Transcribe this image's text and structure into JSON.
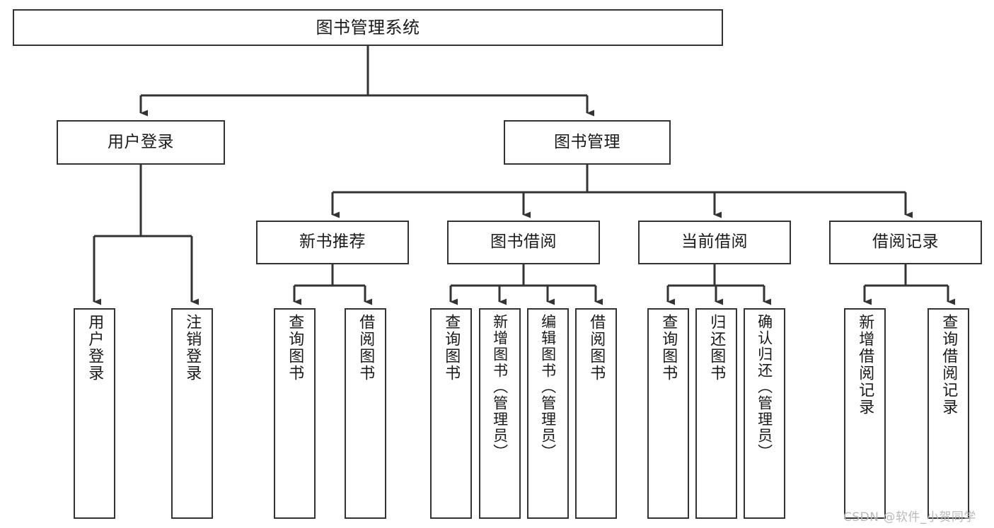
{
  "diagram": {
    "title": "图书管理系统",
    "root": {
      "label": "图书管理系统",
      "id": "book-management-system"
    },
    "level2": [
      {
        "id": "user-login",
        "label": "用户登录"
      },
      {
        "id": "book-management",
        "label": "图书管理"
      }
    ],
    "level3": [
      {
        "id": "new-book-recommend",
        "label": "新书推荐"
      },
      {
        "id": "book-borrow",
        "label": "图书借阅"
      },
      {
        "id": "current-borrow",
        "label": "当前借阅"
      },
      {
        "id": "borrow-record",
        "label": "借阅记录"
      }
    ],
    "leaves": {
      "user_login": [
        {
          "id": "leaf-user-login",
          "label": "用户登录"
        },
        {
          "id": "leaf-logout-login",
          "label": "注销登录"
        }
      ],
      "new_book_recommend": [
        {
          "id": "leaf-query-book-1",
          "label": "查询图书"
        },
        {
          "id": "leaf-borrow-book-1",
          "label": "借阅图书"
        }
      ],
      "book_borrow": [
        {
          "id": "leaf-query-book-2",
          "label": "查询图书"
        },
        {
          "id": "leaf-add-book",
          "label": "新增图书（管理员）"
        },
        {
          "id": "leaf-edit-book",
          "label": "编辑图书（管理员）"
        },
        {
          "id": "leaf-borrow-book-2",
          "label": "借阅图书"
        }
      ],
      "current_borrow": [
        {
          "id": "leaf-query-book-3",
          "label": "查询图书"
        },
        {
          "id": "leaf-return-book",
          "label": "归还图书"
        },
        {
          "id": "leaf-confirm-return",
          "label": "确认归还（管理员）"
        }
      ],
      "borrow_record": [
        {
          "id": "leaf-add-borrow-record",
          "label": "新增借阅记录"
        },
        {
          "id": "leaf-query-borrow-record",
          "label": "查询借阅记录"
        }
      ]
    },
    "watermark": "CSDN @软件_小贺同学",
    "colors": {
      "border": "#333333",
      "text": "#1a1a1a",
      "background": "#ffffff",
      "watermark": "#b9b9b9"
    }
  }
}
